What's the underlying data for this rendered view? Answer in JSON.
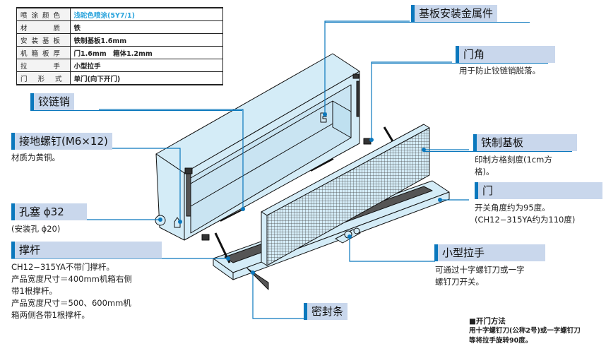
{
  "spec_table": {
    "rows": [
      {
        "key": "喷涂颜色",
        "value": "浅驼色喷涂(5Y7/1)"
      },
      {
        "key": "材　　质",
        "value": "铁"
      },
      {
        "key": "安装基板",
        "value": "铁制基板1.6mm"
      },
      {
        "key": "机箱板厚",
        "value": "门1.6mm　箱体1.2mm"
      },
      {
        "key": "拉　　手",
        "value": "小型拉手"
      },
      {
        "key": "门 形 式",
        "value": "单门(向下开门)"
      }
    ]
  },
  "callouts": {
    "mounting_bracket": {
      "title": "基板安装金属件"
    },
    "door_corner": {
      "title": "门角",
      "desc": "用于防止铰链销脱落。"
    },
    "hinge_pin": {
      "title": "铰链销"
    },
    "ground_screw": {
      "title": "接地螺钉(M6×12)",
      "desc": "材质为黄铜。"
    },
    "iron_plate": {
      "title": "铁制基板",
      "desc_lines": [
        "印制方格刻度(1cm方",
        "格)。"
      ]
    },
    "door": {
      "title": "门",
      "desc_lines": [
        "开关角度约为95度。",
        "(CH12−315YA约为110度)"
      ]
    },
    "hole_plug": {
      "title": "孔塞 ϕ32",
      "desc": "(安装孔 ϕ20)"
    },
    "stay": {
      "title": "撑杆",
      "desc_lines": [
        "CH12−315YA不带门撑杆。",
        "产品宽度尺寸＝400mm机箱右侧",
        "带1根撑杆。",
        "产品宽度尺寸＝500、600mm机",
        "箱两侧各带1根撑杆。"
      ]
    },
    "small_handle": {
      "title": "小型拉手",
      "desc_lines": [
        "可通过十字螺钉刀或一字",
        "螺钉刀开关。"
      ]
    },
    "seal_strip": {
      "title": "密封条"
    }
  },
  "open_method": {
    "title": "■开门方法",
    "lines": [
      "用十字螺钉刀(公称2号)或一字螺钉刀",
      "等将拉手旋转90度。"
    ]
  },
  "colors": {
    "accent": "#0b78bd",
    "label_bg": "#c9d7ec",
    "body_fill": "#d4ecf7",
    "paint_text": "#29a3dc"
  }
}
